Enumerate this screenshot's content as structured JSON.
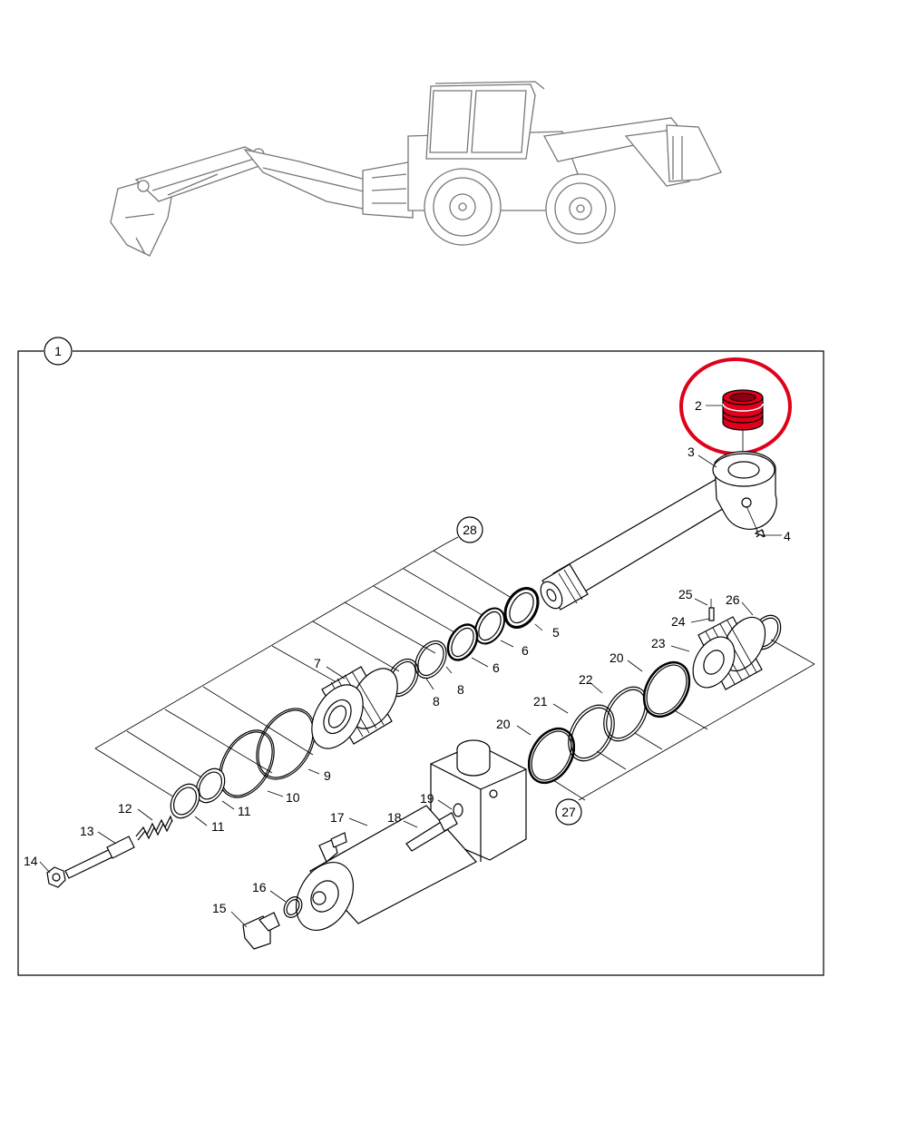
{
  "diagram": {
    "assembly_label": "1",
    "highlight_color": "#e0001b",
    "highlighted_part": "2",
    "callouts": [
      {
        "id": "c2",
        "text": "2"
      },
      {
        "id": "c3",
        "text": "3"
      },
      {
        "id": "c4",
        "text": "4"
      },
      {
        "id": "c5",
        "text": "5"
      },
      {
        "id": "c6a",
        "text": "6"
      },
      {
        "id": "c6b",
        "text": "6"
      },
      {
        "id": "c7",
        "text": "7"
      },
      {
        "id": "c8a",
        "text": "8"
      },
      {
        "id": "c8b",
        "text": "8"
      },
      {
        "id": "c9",
        "text": "9"
      },
      {
        "id": "c10",
        "text": "10"
      },
      {
        "id": "c11a",
        "text": "11"
      },
      {
        "id": "c11b",
        "text": "11"
      },
      {
        "id": "c12",
        "text": "12"
      },
      {
        "id": "c13",
        "text": "13"
      },
      {
        "id": "c14",
        "text": "14"
      },
      {
        "id": "c15",
        "text": "15"
      },
      {
        "id": "c16",
        "text": "16"
      },
      {
        "id": "c17",
        "text": "17"
      },
      {
        "id": "c18",
        "text": "18"
      },
      {
        "id": "c19",
        "text": "19"
      },
      {
        "id": "c20a",
        "text": "20"
      },
      {
        "id": "c20b",
        "text": "20"
      },
      {
        "id": "c21",
        "text": "21"
      },
      {
        "id": "c22",
        "text": "22"
      },
      {
        "id": "c23",
        "text": "23"
      },
      {
        "id": "c24",
        "text": "24"
      },
      {
        "id": "c25",
        "text": "25"
      },
      {
        "id": "c26",
        "text": "26"
      }
    ],
    "kit_labels": [
      {
        "id": "k28",
        "text": "28"
      },
      {
        "id": "k27",
        "text": "27"
      }
    ]
  }
}
